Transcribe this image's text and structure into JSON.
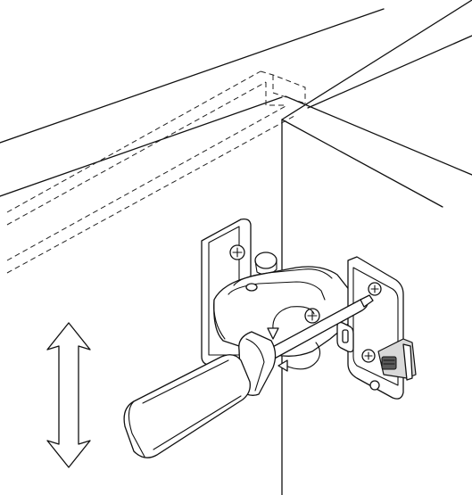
{
  "illustration": {
    "subject": "",
    "elements": [
      "cabinet-panel",
      "concealed-hinge",
      "mounting-plate",
      "screwdriver",
      "rotation-arrows",
      "adjustment-double-arrow"
    ]
  }
}
